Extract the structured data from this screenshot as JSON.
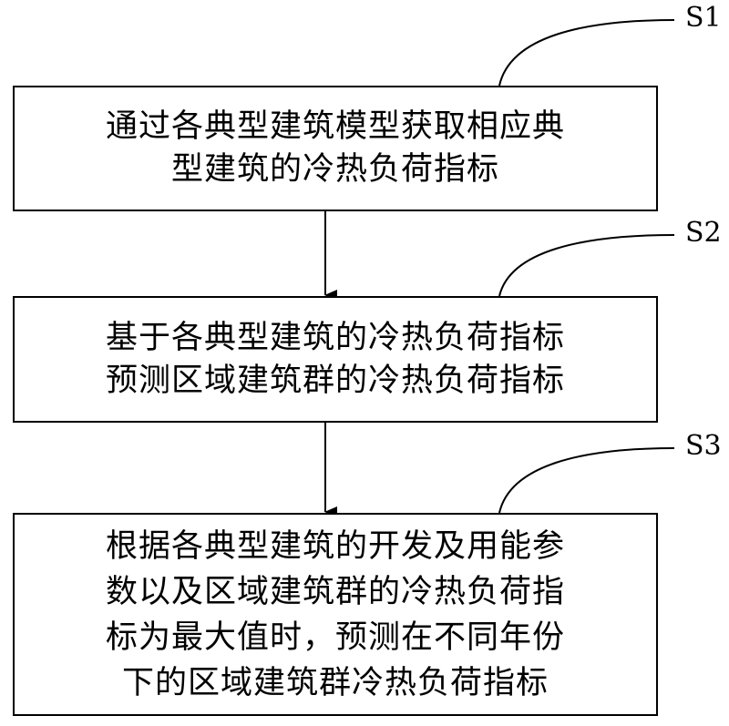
{
  "steps": [
    {
      "id": "S1",
      "text": "通过各典型建筑模型获取相应典\n型建筑的冷热负荷指标"
    },
    {
      "id": "S2",
      "text": "基于各典型建筑的冷热负荷指标\n预测区域建筑群的冷热负荷指标"
    },
    {
      "id": "S3",
      "text": "根据各典型建筑的开发及用能参\n数以及区域建筑群的冷热负荷指\n标为最大值时，预测在不同年份\n下的区域建筑群冷热负荷指标"
    }
  ]
}
